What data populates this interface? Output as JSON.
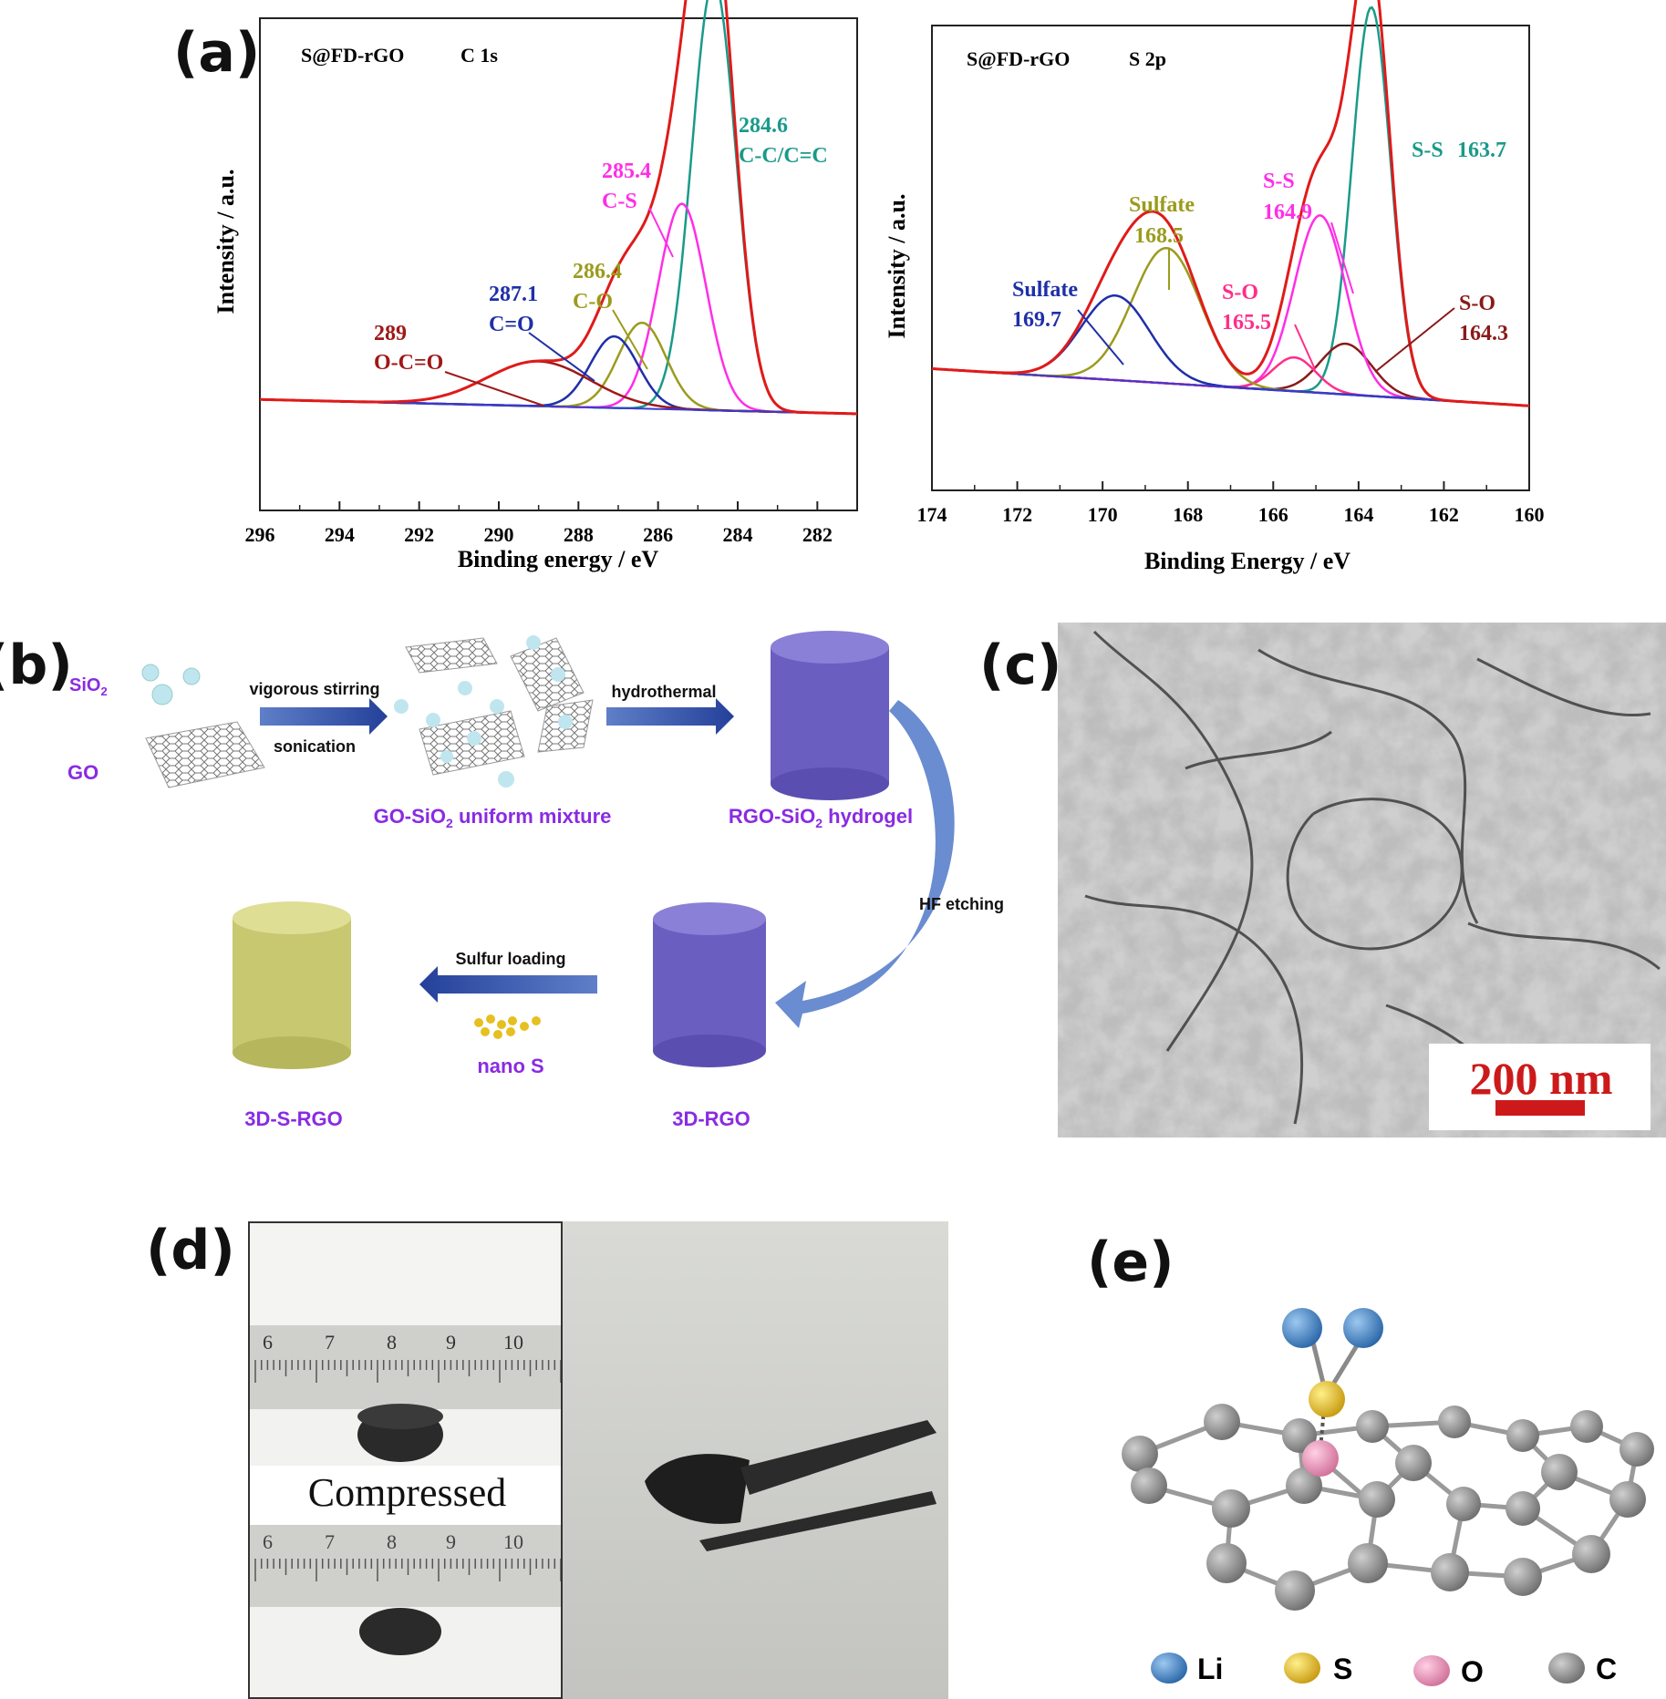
{
  "panels": {
    "a": "(a)",
    "b": "(b)",
    "c": "(c)",
    "d": "(d)",
    "e": "(e)"
  },
  "xps_c1s": {
    "chart_data": {
      "type": "line",
      "title": "S@FD-rGO",
      "subtitle": "C 1s",
      "xlabel": "Binding energy / eV",
      "ylabel": "Intensity / a.u.",
      "xlim": [
        296,
        281
      ],
      "x_ticks": [
        296,
        294,
        292,
        290,
        288,
        286,
        284,
        282
      ],
      "background": 0.62,
      "envelope_color": "#e01a1a",
      "components": [
        {
          "center": 284.6,
          "height": 2.4,
          "width": 0.55,
          "color": "#1a9a8a",
          "label_value": "284.6",
          "label_name": "C-C/C=C"
        },
        {
          "center": 285.4,
          "height": 1.15,
          "width": 0.6,
          "color": "#ff2ee6",
          "label_value": "285.4",
          "label_name": "C-S"
        },
        {
          "center": 286.4,
          "height": 0.48,
          "width": 0.6,
          "color": "#9b9b1e",
          "label_value": "286.4",
          "label_name": "C-O"
        },
        {
          "center": 287.1,
          "height": 0.4,
          "width": 0.6,
          "color": "#1f2fa8",
          "label_value": "287.1",
          "label_name": "C=O"
        },
        {
          "center": 289.0,
          "height": 0.25,
          "width": 1.3,
          "color": "#a01818",
          "label_value": "289",
          "label_name": "O-C=O"
        }
      ]
    }
  },
  "xps_s2p": {
    "chart_data": {
      "type": "line",
      "title": "S@FD-rGO",
      "subtitle": "S 2p",
      "xlabel": "Binding Energy / eV",
      "ylabel": "Intensity / a.u.",
      "xlim": [
        174,
        160
      ],
      "x_ticks": [
        174,
        172,
        170,
        168,
        166,
        164,
        162,
        160
      ],
      "envelope_color": "#e01a1a",
      "components": [
        {
          "center": 163.7,
          "height": 2.3,
          "width": 0.45,
          "color": "#1a9a8a",
          "label_value": "163.7",
          "label_name": "S-S"
        },
        {
          "center": 164.3,
          "height": 0.3,
          "width": 0.6,
          "color": "#8a1a1a",
          "label_value": "164.3",
          "label_name": "S-O"
        },
        {
          "center": 164.9,
          "height": 1.05,
          "width": 0.6,
          "color": "#ff2ee6",
          "label_value": "164.9",
          "label_name": "S-S"
        },
        {
          "center": 165.5,
          "height": 0.2,
          "width": 0.5,
          "color": "#ff2e8a",
          "label_value": "165.5",
          "label_name": "S-O"
        },
        {
          "center": 168.5,
          "height": 0.8,
          "width": 0.8,
          "color": "#9b9b1e",
          "label_value": "168.5",
          "label_name": "Sulfate"
        },
        {
          "center": 169.7,
          "height": 0.5,
          "width": 0.8,
          "color": "#1f2fa8",
          "label_value": "169.7",
          "label_name": "Sulfate"
        }
      ]
    }
  },
  "scheme": {
    "sio2": "SiO",
    "sio2_sub": "2",
    "go": "GO",
    "step1_top": "vigorous stirring",
    "step1_bottom": "sonication",
    "mixture_pre": "GO-SiO",
    "mixture_sub": "2",
    "mixture_post": " uniform mixture",
    "step2": "hydrothermal",
    "hydrogel_pre": "RGO-SiO",
    "hydrogel_sub": "2",
    "hydrogel_post": " hydrogel",
    "step3": "HF etching",
    "rgo": "3D-RGO",
    "step4": "Sulfur loading",
    "nanos": "nano S",
    "srgo": "3D-S-RGO",
    "label_color": "#8a2be2",
    "arrow_color": "#2f4fa8",
    "grey_ball_color": "#a8a8a8",
    "cyl_blue": "#5a4fb0",
    "cyl_yellow": "#c8c870"
  },
  "tem": {
    "scale_bar": "200 nm",
    "scale_color": "#cc1a1a"
  },
  "photo": {
    "ruler_numbers_top": [
      "6",
      "7",
      "8",
      "9",
      "10"
    ],
    "ruler_numbers_bottom": [
      "6",
      "7",
      "8",
      "9",
      "10"
    ],
    "compressed": "Compressed"
  },
  "molecule": {
    "legend": [
      {
        "symbol": "Li",
        "color": "#3a7fc8"
      },
      {
        "symbol": "S",
        "color": "#e6c020"
      },
      {
        "symbol": "O",
        "color": "#e890b8"
      },
      {
        "symbol": "C",
        "color": "#8a8a8a"
      }
    ]
  }
}
